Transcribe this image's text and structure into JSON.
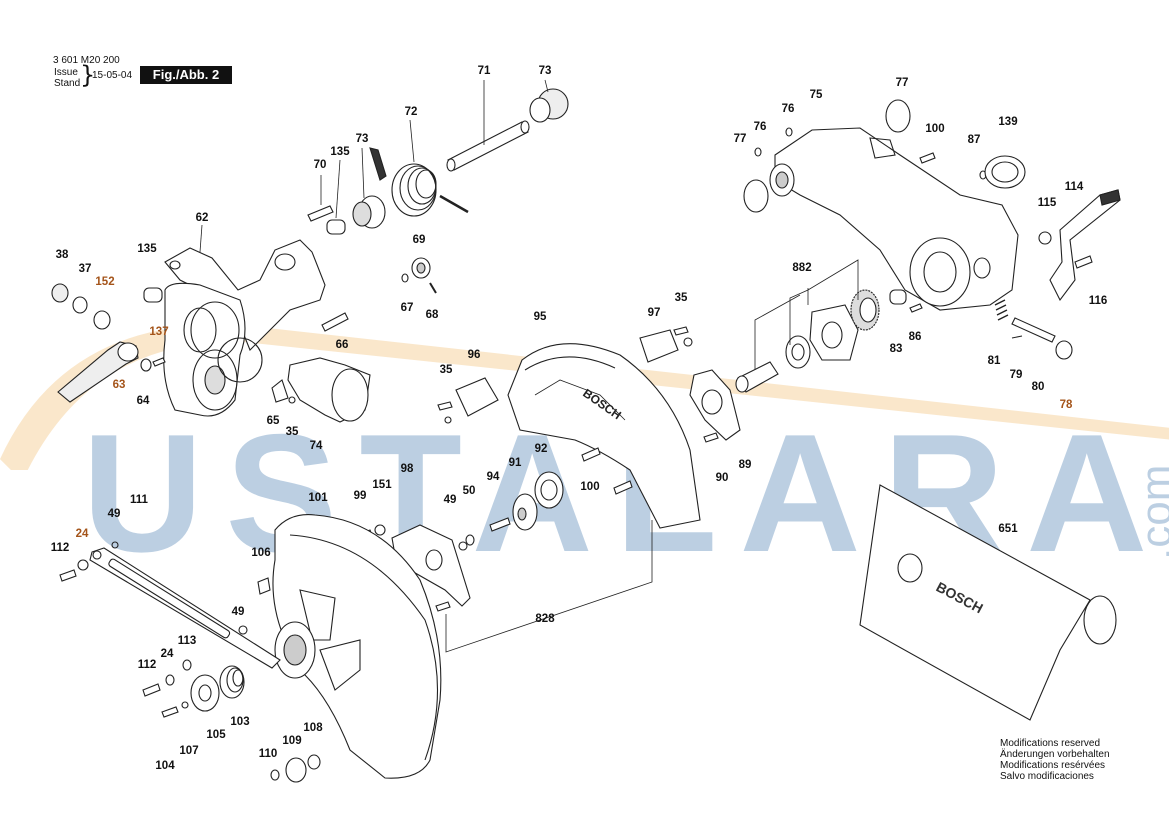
{
  "header": {
    "doc_number": "3 601 M20 200",
    "issue_label": "Issue",
    "stand_label": "Stand",
    "date": "15-05-04",
    "figure": "Fig./Abb. 2"
  },
  "watermark": {
    "text": "USTALARA",
    "suffix": ".com",
    "color": "#86a9cc",
    "orange_color": "#f2c68a"
  },
  "notes": [
    "Modifications reserved",
    "Änderungen vorbehalten",
    "Modifications resérvées",
    "Salvo modificaciones"
  ],
  "brand_marks": [
    "BOSCH",
    "BOSCH"
  ],
  "part_labels": [
    {
      "text": "71",
      "orange": false
    },
    {
      "text": "73",
      "orange": false
    },
    {
      "text": "72",
      "orange": false
    },
    {
      "text": "73",
      "orange": false
    },
    {
      "text": "135",
      "orange": false
    },
    {
      "text": "70",
      "orange": false
    },
    {
      "text": "62",
      "orange": false
    },
    {
      "text": "135",
      "orange": false
    },
    {
      "text": "38",
      "orange": false
    },
    {
      "text": "37",
      "orange": false
    },
    {
      "text": "152",
      "orange": true
    },
    {
      "text": "137",
      "orange": true
    },
    {
      "text": "63",
      "orange": true
    },
    {
      "text": "64",
      "orange": false
    },
    {
      "text": "69",
      "orange": false
    },
    {
      "text": "67",
      "orange": false
    },
    {
      "text": "68",
      "orange": false
    },
    {
      "text": "66",
      "orange": false
    },
    {
      "text": "65",
      "orange": false
    },
    {
      "text": "35",
      "orange": false
    },
    {
      "text": "74",
      "orange": false
    },
    {
      "text": "96",
      "orange": false
    },
    {
      "text": "35",
      "orange": false
    },
    {
      "text": "95",
      "orange": false
    },
    {
      "text": "97",
      "orange": false
    },
    {
      "text": "35",
      "orange": false
    },
    {
      "text": "77",
      "orange": false
    },
    {
      "text": "76",
      "orange": false
    },
    {
      "text": "75",
      "orange": false
    },
    {
      "text": "77",
      "orange": false
    },
    {
      "text": "76",
      "orange": false
    },
    {
      "text": "100",
      "orange": false
    },
    {
      "text": "87",
      "orange": false
    },
    {
      "text": "139",
      "orange": false
    },
    {
      "text": "114",
      "orange": false
    },
    {
      "text": "115",
      "orange": false
    },
    {
      "text": "116",
      "orange": false
    },
    {
      "text": "882",
      "orange": false
    },
    {
      "text": "83",
      "orange": false
    },
    {
      "text": "86",
      "orange": false
    },
    {
      "text": "81",
      "orange": false
    },
    {
      "text": "79",
      "orange": false
    },
    {
      "text": "80",
      "orange": false
    },
    {
      "text": "78",
      "orange": true
    },
    {
      "text": "89",
      "orange": false
    },
    {
      "text": "90",
      "orange": false
    },
    {
      "text": "92",
      "orange": false
    },
    {
      "text": "91",
      "orange": false
    },
    {
      "text": "100",
      "orange": false
    },
    {
      "text": "94",
      "orange": false
    },
    {
      "text": "50",
      "orange": false
    },
    {
      "text": "49",
      "orange": false
    },
    {
      "text": "98",
      "orange": false
    },
    {
      "text": "151",
      "orange": false
    },
    {
      "text": "99",
      "orange": false
    },
    {
      "text": "101",
      "orange": false
    },
    {
      "text": "111",
      "orange": false
    },
    {
      "text": "49",
      "orange": false
    },
    {
      "text": "24",
      "orange": true
    },
    {
      "text": "112",
      "orange": false
    },
    {
      "text": "106",
      "orange": false
    },
    {
      "text": "49",
      "orange": false
    },
    {
      "text": "113",
      "orange": false
    },
    {
      "text": "24",
      "orange": false
    },
    {
      "text": "112",
      "orange": false
    },
    {
      "text": "103",
      "orange": false
    },
    {
      "text": "105",
      "orange": false
    },
    {
      "text": "107",
      "orange": false
    },
    {
      "text": "104",
      "orange": false
    },
    {
      "text": "110",
      "orange": false
    },
    {
      "text": "109",
      "orange": false
    },
    {
      "text": "108",
      "orange": false
    },
    {
      "text": "828",
      "orange": false
    },
    {
      "text": "651",
      "orange": false
    }
  ]
}
